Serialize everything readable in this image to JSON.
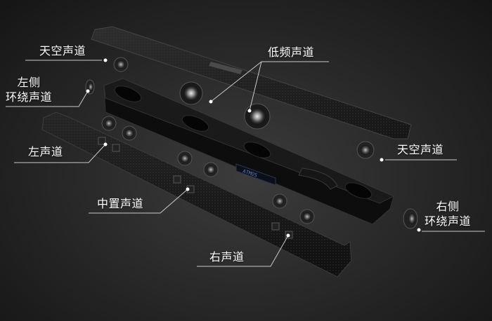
{
  "callouts": {
    "top_left_height": "天空声道",
    "left_surround_line1": "左侧",
    "left_surround_line2": "环绕声道",
    "left": "左声道",
    "center": "中置声道",
    "right": "右声道",
    "low_freq": "低频声道",
    "right_height": "天空声道",
    "right_surround_line1": "右侧",
    "right_surround_line2": "环绕声道"
  },
  "display_text": "ATMOS",
  "colors": {
    "background": "#2a2a2a",
    "bar_body": "#0d0d0d",
    "callout_text": "#ffffff",
    "leader_line": "#c9c9c9",
    "display_glow": "#5f7fbf"
  }
}
